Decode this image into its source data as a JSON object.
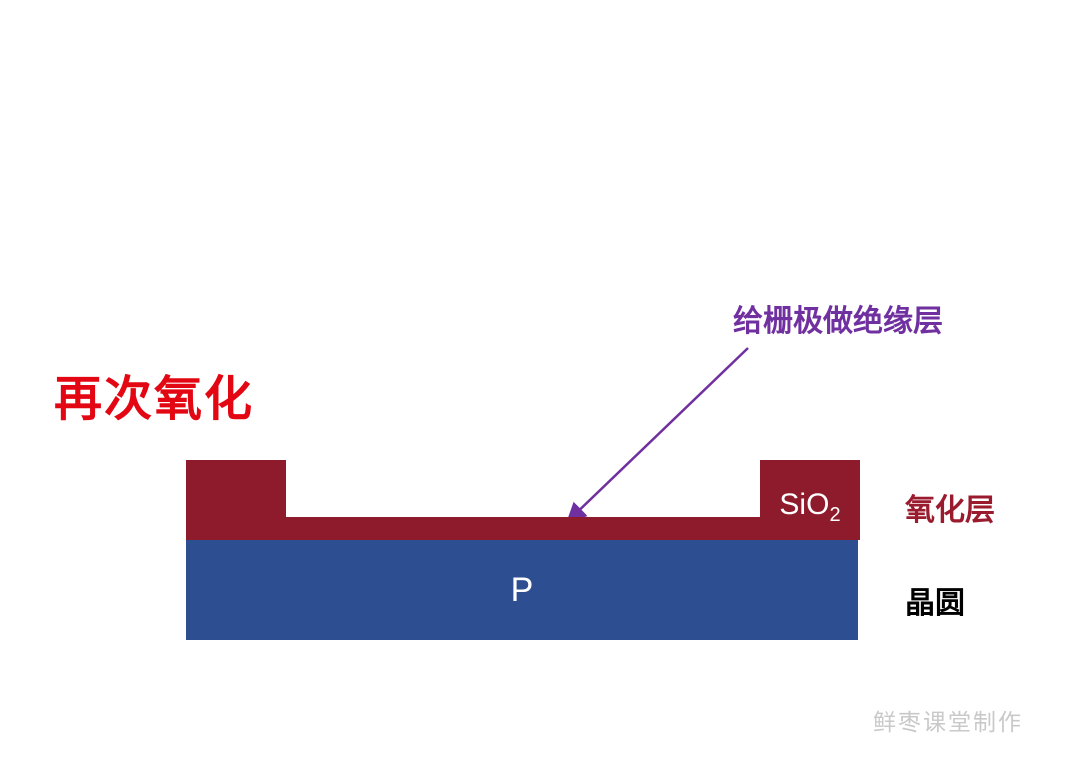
{
  "title": "再次氧化",
  "annotation": {
    "label": "给栅极做绝缘层"
  },
  "diagram": {
    "sio2_base": "SiO",
    "sio2_sub": "2"
  },
  "labels": {
    "oxide_layer": "氧化层",
    "wafer": "晶圆",
    "substrate": "P"
  },
  "watermark": "鲜枣课堂制作",
  "colors": {
    "oxide": "#8e1b2c",
    "wafer": "#2e4e92",
    "title": "#e30613",
    "annotation": "#7030a0",
    "label_oxide": "#9b1b2e",
    "label_wafer": "#000000",
    "watermark": "#c9c9c9"
  }
}
